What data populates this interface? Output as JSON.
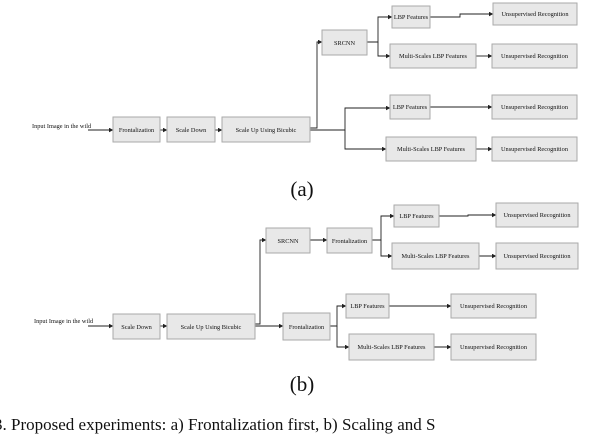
{
  "diagram_a": {
    "input_label": "Input Image in the wild",
    "caption": "(a)",
    "nodes": {
      "frontalization": "Frontalization",
      "scale_down": "Scale Down",
      "scale_up": "Scale Up Using Bicubic",
      "srcnn": "SRCNN",
      "lbp_1": "LBP Features",
      "ms_lbp_1": "Multi-Scales LBP Features",
      "lbp_2": "LBP Features",
      "ms_lbp_2": "Multi-Scales LBP Features",
      "rec_1": "Unsupervised Recognition",
      "rec_2": "Unsupervised Recognition",
      "rec_3": "Unsupervised Recognition",
      "rec_4": "Unsupervised Recognition"
    }
  },
  "diagram_b": {
    "input_label": "Input Image in the wild",
    "caption": "(b)",
    "nodes": {
      "scale_down": "Scale Down",
      "scale_up": "Scale Up Using Bicubic",
      "srcnn": "SRCNN",
      "frontalization_1": "Frontalization",
      "frontalization_2": "Frontalization",
      "lbp_1": "LBP Features",
      "ms_lbp_1": "Multi-Scales LBP Features",
      "lbp_2": "LBP Features",
      "ms_lbp_2": "Multi-Scales LBP Features",
      "rec_1": "Unsupervised Recognition",
      "rec_2": "Unsupervised Recognition",
      "rec_3": "Unsupervised Recognition",
      "rec_4": "Unsupervised Recognition"
    }
  },
  "caption_line": "3.   Proposed experiments: a) Frontalization first, b) Scaling and S"
}
